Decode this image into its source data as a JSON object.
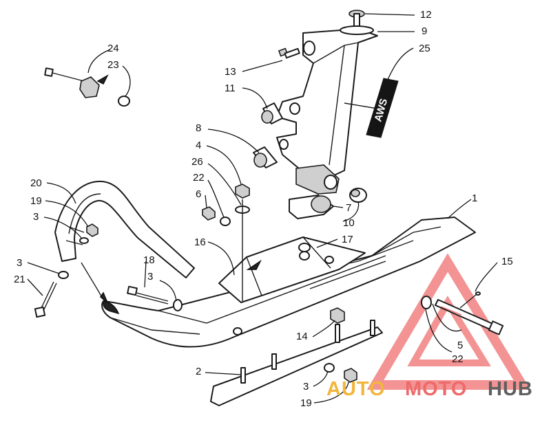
{
  "callouts": [
    {
      "id": "c1",
      "label": "1"
    },
    {
      "id": "c2",
      "label": "2"
    },
    {
      "id": "c3a",
      "label": "3"
    },
    {
      "id": "c3b",
      "label": "3"
    },
    {
      "id": "c3c",
      "label": "3"
    },
    {
      "id": "c3d",
      "label": "3"
    },
    {
      "id": "c4",
      "label": "4"
    },
    {
      "id": "c5",
      "label": "5"
    },
    {
      "id": "c6",
      "label": "6"
    },
    {
      "id": "c7",
      "label": "7"
    },
    {
      "id": "c8",
      "label": "8"
    },
    {
      "id": "c9",
      "label": "9"
    },
    {
      "id": "c10",
      "label": "10"
    },
    {
      "id": "c11",
      "label": "11"
    },
    {
      "id": "c12",
      "label": "12"
    },
    {
      "id": "c13",
      "label": "13"
    },
    {
      "id": "c14",
      "label": "14"
    },
    {
      "id": "c15",
      "label": "15"
    },
    {
      "id": "c16",
      "label": "16"
    },
    {
      "id": "c17",
      "label": "17"
    },
    {
      "id": "c18",
      "label": "18"
    },
    {
      "id": "c19a",
      "label": "19"
    },
    {
      "id": "c19b",
      "label": "19"
    },
    {
      "id": "c20",
      "label": "20"
    },
    {
      "id": "c21",
      "label": "21"
    },
    {
      "id": "c22a",
      "label": "22"
    },
    {
      "id": "c22b",
      "label": "22"
    },
    {
      "id": "c23",
      "label": "23"
    },
    {
      "id": "c24",
      "label": "24"
    },
    {
      "id": "c25",
      "label": "25"
    },
    {
      "id": "c26",
      "label": "26"
    }
  ],
  "decal_text": "AWS",
  "watermark": {
    "word_1": "AUTO",
    "word_2": "MOTO",
    "word_3": "HUB",
    "colors": {
      "auto": "#f2b63c",
      "moto": "#ef6a6a",
      "hub": "#5f5f5f",
      "triangle": "#ef6a6a"
    }
  }
}
